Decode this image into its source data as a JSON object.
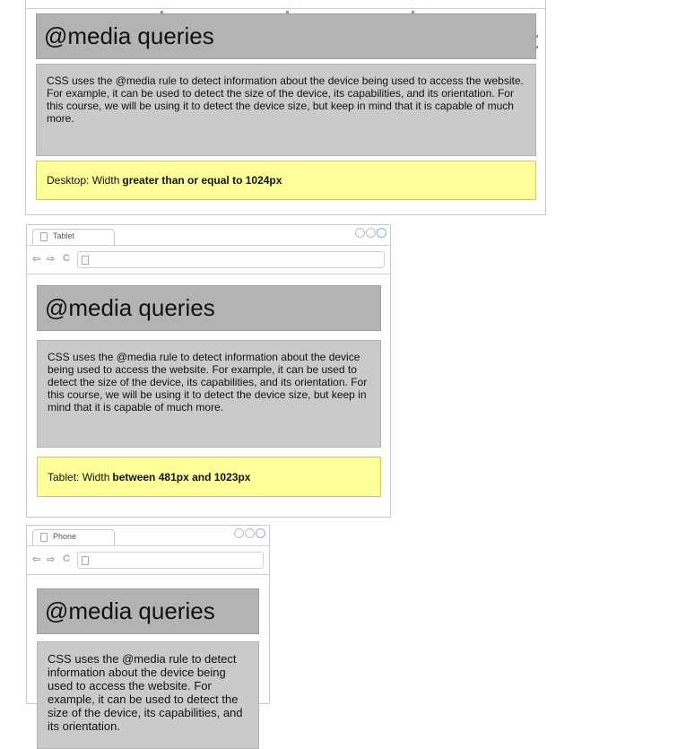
{
  "desktop": {
    "heading": "@media queries",
    "paragraph": "CSS uses the @media rule to detect information about the device being used to access the website. For example, it can be used to detect the size of the device, its capabilities, and its orientation. For this course, we will be using it to detect the device size, but keep in mind that it is capable of much more.",
    "note_prefix": "Desktop: Width",
    "note_bold": "greater than or equal to 1024px"
  },
  "tablet": {
    "tab_label": "Tablet",
    "heading": "@media queries",
    "paragraph": "CSS uses the @media rule to detect information about the device being used to access the website. For example, it can be used to detect the size of the device, its capabilities, and its orientation. For this course, we will be using it to detect the device size, but keep in mind that it is capable of much more.",
    "note_prefix": "Tablet:  Width",
    "note_bold": "between 481px and 1023px"
  },
  "phone": {
    "tab_label": "Phone",
    "heading": "@media queries",
    "paragraph": "CSS uses the @media rule to detect information about the device being used to access the website. For example, it can be used to detect the size of the device, its capabilities, and its orientation."
  },
  "icons": {
    "back": "back-arrow-icon",
    "forward": "forward-arrow-icon",
    "reload": "reload-icon",
    "page": "page-icon"
  }
}
